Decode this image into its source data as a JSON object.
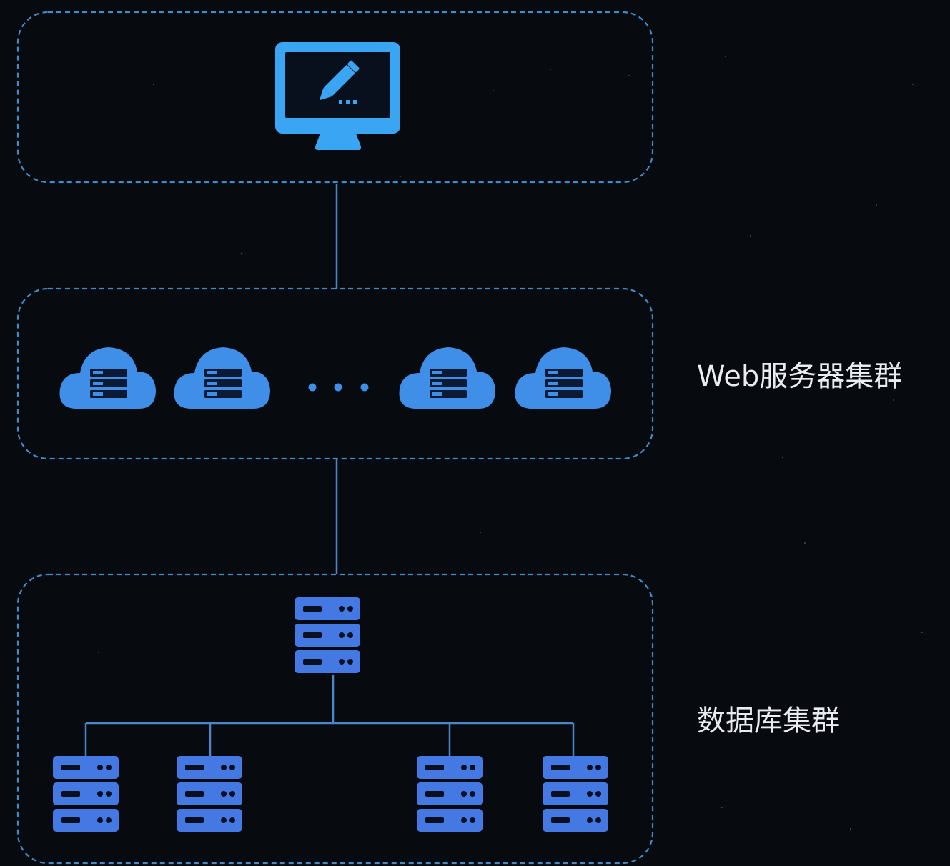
{
  "labels": {
    "web_cluster": "Web服务器集群",
    "database_cluster": "数据库集群"
  },
  "colors": {
    "background": "#070a0f",
    "frame_border": "#3f8ccc",
    "connector": "#4a86c8",
    "client_icon": "#3aa5f2",
    "cloud_server_icon": "#3f8ee8",
    "db_server_icon": "#4478e3",
    "label_text": "#e9edf2"
  },
  "icons": {
    "client": "monitor-with-pen-icon",
    "web_server": "cloud-server-icon",
    "database": "server-rack-icon",
    "ellipsis": "ellipsis-dots"
  }
}
